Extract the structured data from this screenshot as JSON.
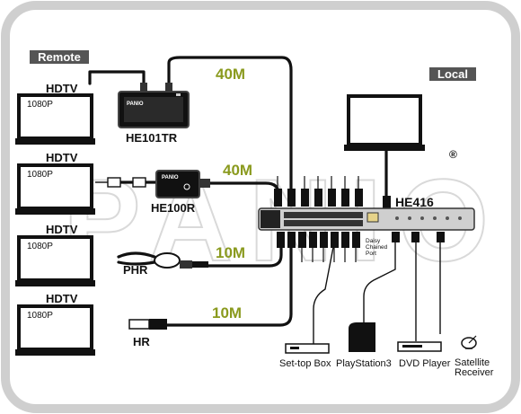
{
  "sections": {
    "remote": "Remote",
    "local": "Local"
  },
  "remote_tvs": [
    {
      "label": "HDTV",
      "resolution": "1080P"
    },
    {
      "label": "HDTV",
      "resolution": "1080P"
    },
    {
      "label": "HDTV",
      "resolution": "1080P"
    },
    {
      "label": "HDTV",
      "resolution": "1080P"
    }
  ],
  "receivers": {
    "he101tr": {
      "label": "HE101TR",
      "brand": "PANIO"
    },
    "he100r": {
      "label": "HE100R",
      "brand": "PANIO"
    },
    "phr": {
      "label": "PHR"
    },
    "hr": {
      "label": "HR"
    }
  },
  "cable_lengths": [
    "40M",
    "40M",
    "10M",
    "10M"
  ],
  "switch": {
    "label": "HE416",
    "port_note": "Daisy Chained Port"
  },
  "sources": [
    {
      "label": "Set-top Box"
    },
    {
      "label": "PlayStation3"
    },
    {
      "label": "DVD Player"
    },
    {
      "label": "Satellite Receiver"
    }
  ],
  "trademark": "®",
  "watermark": "PANIO"
}
